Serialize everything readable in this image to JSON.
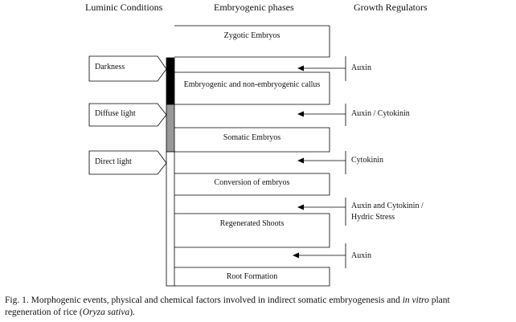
{
  "headers": {
    "luminic": "Luminic Conditions",
    "phases": "Embryogenic phases",
    "regulators": "Growth Regulators"
  },
  "luminic_conditions": [
    "Darkness",
    "Diffuse light",
    "Direct light"
  ],
  "phases": [
    "Zygotic Embryos",
    "Embryogenic and non-embryogenic callus",
    "Somatic Embryos",
    "Conversion of embryos",
    "Regenerated Shoots",
    "Root Formation"
  ],
  "growth_regulators": [
    "Auxin",
    "Auxin / Cytokinin",
    "Cytokinin",
    "Auxin and Cytokinin  /",
    "Hydric Stress",
    "Auxin"
  ],
  "colors": {
    "darkness_bar": "#000000",
    "diffuse_bar": "#999999",
    "direct_bar": "#ffffff"
  },
  "caption": {
    "part1": "Fig. 1.  Morphogenic events, physical and chemical factors involved in indirect somatic embryogenesis and ",
    "italic1": "in vitro",
    "part2": " plant",
    "part3": "regeneration of rice  (",
    "italic2": "Oryza sativa",
    "part4": ")."
  }
}
